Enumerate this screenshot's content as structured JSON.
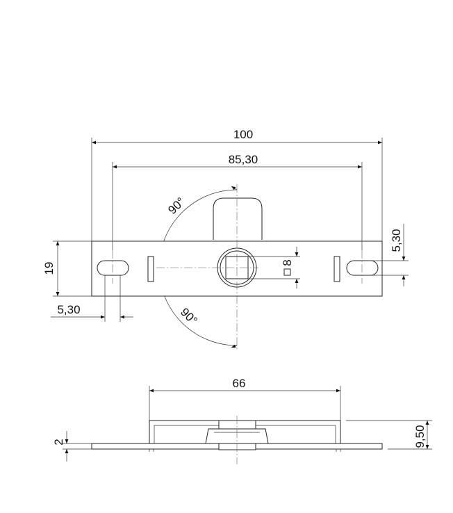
{
  "drawing": {
    "dims": {
      "overall_width": "100",
      "hole_spacing": "85,30",
      "height": "19",
      "slot_width_left": "5,30",
      "slot_width_right": "5,30",
      "square": "8",
      "angle_top": "90°",
      "angle_bottom": "90°",
      "side_width": "66",
      "plate_thickness": "2",
      "side_height": "9,50"
    }
  }
}
